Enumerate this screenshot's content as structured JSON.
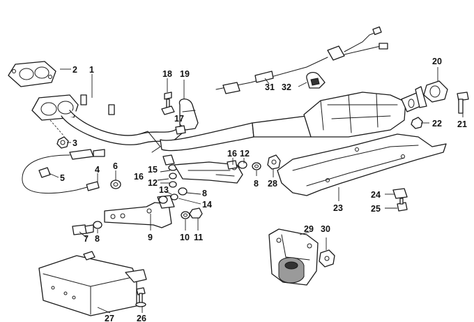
{
  "labels": {
    "p1": "1",
    "p2": "2",
    "p3": "3",
    "p4": "4",
    "p5": "5",
    "p6": "6",
    "p7": "7",
    "p8a": "8",
    "p8b": "8",
    "p8c": "8",
    "p9": "9",
    "p10": "10",
    "p11": "11",
    "p12a": "12",
    "p12b": "12",
    "p13": "13",
    "p14": "14",
    "p15": "15",
    "p16a": "16",
    "p16b": "16",
    "p17": "17",
    "p18": "18",
    "p19": "19",
    "p20": "20",
    "p21": "21",
    "p22": "22",
    "p23": "23",
    "p24": "24",
    "p25": "25",
    "p26": "26",
    "p27": "27",
    "p28": "28",
    "p29": "29",
    "p30": "30",
    "p31": "31",
    "p32": "32"
  }
}
